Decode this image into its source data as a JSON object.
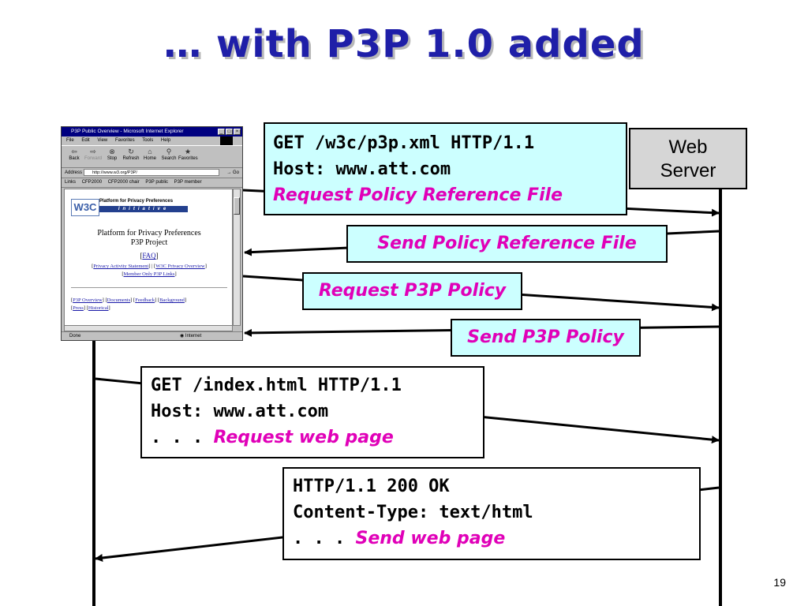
{
  "slide": {
    "title": "… with P3P 1.0 added",
    "page_number": "19"
  },
  "server": {
    "label_line1": "Web",
    "label_line2": "Server"
  },
  "messages": {
    "get_prf": {
      "line1": "GET /w3c/p3p.xml HTTP/1.1",
      "line2": "Host: www.att.com",
      "note": "Request Policy Reference File"
    },
    "send_prf": "Send Policy Reference File",
    "request_policy": "Request P3P Policy",
    "send_policy": "Send P3P Policy",
    "get_index": {
      "line1": "GET /index.html HTTP/1.1",
      "line2": "Host: www.att.com",
      "dots": ". . .",
      "note": "Request web page"
    },
    "response": {
      "line1": "HTTP/1.1 200 OK",
      "line2": "Content-Type: text/html",
      "dots": ". . .",
      "note": "Send web page"
    }
  },
  "browser": {
    "window_title": "P3P Public Overview - Microsoft Internet Explorer",
    "menu": [
      "File",
      "Edit",
      "View",
      "Favorites",
      "Tools",
      "Help"
    ],
    "toolbar": [
      "Back",
      "Forward",
      "Stop",
      "Refresh",
      "Home",
      "Search",
      "Favorites"
    ],
    "address_label": "Address",
    "address_value": "http://www.w3.org/P3P/",
    "go_label": "Go",
    "links_label": "Links",
    "links": [
      "CFP2000",
      "CFP2000 chair",
      "P3P public",
      "P3P member"
    ],
    "content": {
      "logo_text": "W3C",
      "banner_line": "Platform for Privacy Preferences",
      "banner_initiative": "Initiative",
      "heading_line1": "Platform for Privacy Preferences",
      "heading_line2": "P3P Project",
      "faq": "FAQ",
      "link_privacy_activity": "Privacy Activity Statement",
      "link_w3c_privacy": "W3C Privacy Overview",
      "link_member_only": "Member Only P3P Links",
      "link_p3p_overview": "P3P Overview",
      "link_documents": "Documents",
      "link_feedback": "Feedback",
      "link_background": "Background",
      "link_press": "Press",
      "link_historical": "Historical"
    },
    "status_left": "Done",
    "status_zone": "Internet"
  }
}
